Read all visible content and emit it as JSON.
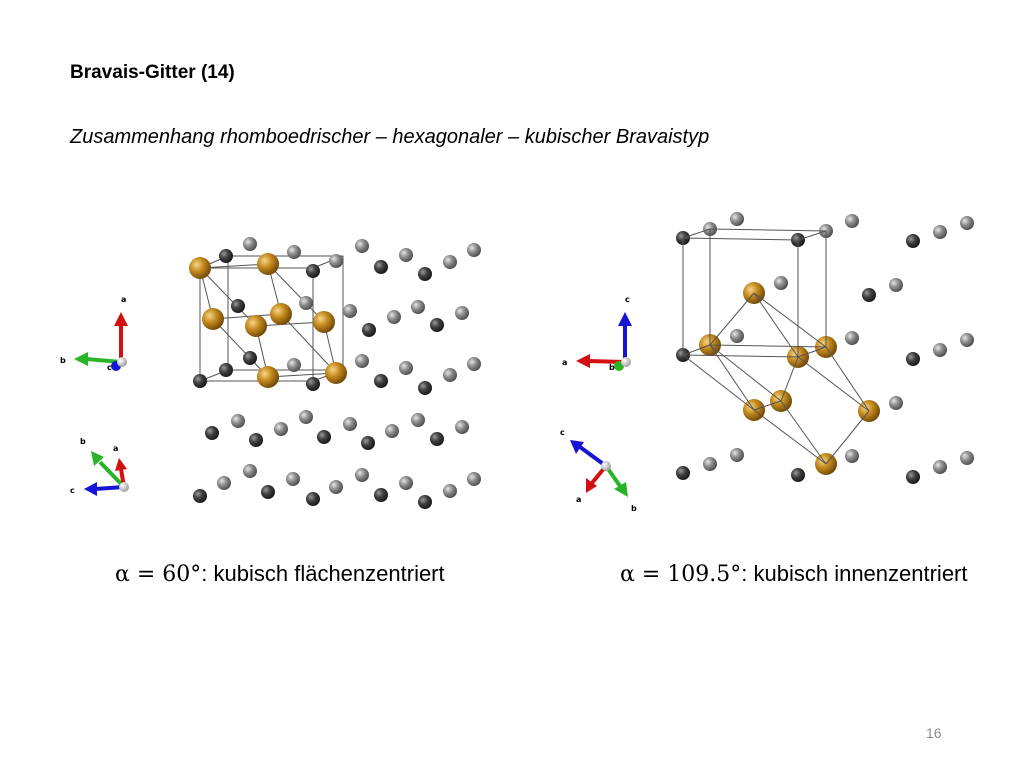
{
  "slide": {
    "title": "Bravais-Gitter (14)",
    "subtitle": "Zusammenhang rhomboedrischer – hexagonaler – kubischer Bravaistyp",
    "page_number": "16"
  },
  "left_panel": {
    "caption_math": "α = 60°",
    "caption_text": ": kubisch flächenzentriert",
    "axes_top": {
      "a": "a",
      "b": "b",
      "c": "c"
    },
    "axes_bottom": {
      "a": "a",
      "b": "b",
      "c": "c"
    }
  },
  "right_panel": {
    "caption_math": "α = 109.5°",
    "caption_text": ": kubisch innenzentriert",
    "axes_top": {
      "a": "a",
      "b": "b",
      "c": "c"
    },
    "axes_bottom": {
      "a": "a",
      "b": "b",
      "c": "c"
    }
  },
  "colors": {
    "gold_atom": "#c58a1e",
    "dark_atom": "#3c3c3c",
    "gray_atom": "#8c8c8c",
    "axis_red": "#d21010",
    "axis_green": "#27b527",
    "axis_blue": "#1414d2",
    "cell_line": "#555555"
  }
}
